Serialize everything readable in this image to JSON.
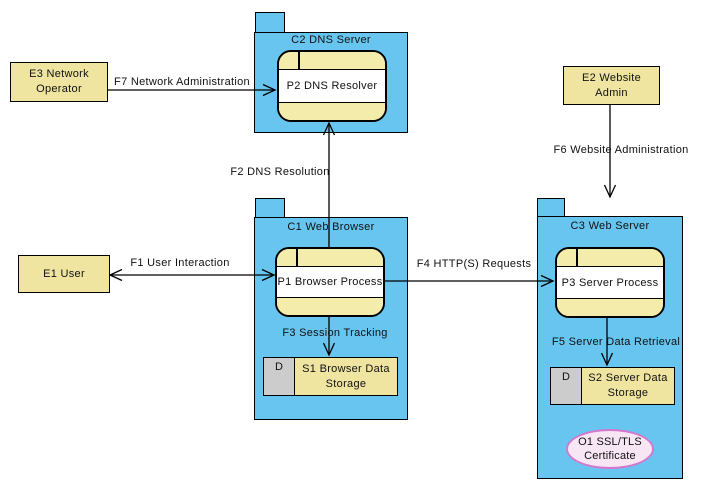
{
  "diagram_type": "TAM block / data-flow diagram",
  "colors": {
    "container_fill": "#67C5EF",
    "entity_fill": "#EFE5A1",
    "process_band_fill": "#F3ECAA",
    "process_body_fill": "#FFFFFF",
    "store_kind_fill": "#CCCCCC",
    "store_fill": "#EFE5A1",
    "artifact_fill": "#F8E6F4",
    "artifact_border": "#D478CE",
    "line_color": "#000000",
    "background": "#FFFFFF"
  },
  "containers": [
    {
      "id": "C2",
      "label": "C2 DNS Server"
    },
    {
      "id": "C1",
      "label": "C1 Web Browser"
    },
    {
      "id": "C3",
      "label": "C3 Web Server"
    }
  ],
  "processes": [
    {
      "id": "P2",
      "label": "P2 DNS Resolver",
      "container": "C2 DNS Server"
    },
    {
      "id": "P1",
      "label": "P1 Browser Process",
      "container": "C1 Web Browser"
    },
    {
      "id": "P3",
      "label": "P3 Server Process",
      "container": "C3 Web Server"
    }
  ],
  "external_entities": [
    {
      "id": "E3",
      "label": "E3 Network Operator"
    },
    {
      "id": "E1",
      "label": "E1 User"
    },
    {
      "id": "E2",
      "label": "E2 Website Admin"
    }
  ],
  "data_stores": [
    {
      "id": "S1",
      "kind": "D",
      "label": "S1 Browser Data Storage",
      "container": "C1 Web Browser"
    },
    {
      "id": "S2",
      "kind": "D",
      "label": "S2 Server Data Storage",
      "container": "C3 Web Server"
    }
  ],
  "artifacts": [
    {
      "id": "O1",
      "label": "O1 SSL/TLS Certificate",
      "container": "C3 Web Server"
    }
  ],
  "flows": [
    {
      "id": "F1",
      "label": "F1 User Interaction",
      "from": "E1 User",
      "to": "P1 Browser Process",
      "direction": "two-way"
    },
    {
      "id": "F2",
      "label": "F2 DNS Resolution",
      "from": "P1 Browser Process",
      "to": "P2 DNS Resolver",
      "direction": "one-way"
    },
    {
      "id": "F3",
      "label": "F3 Session Tracking",
      "from": "P1 Browser Process",
      "to": "S1 Browser Data Storage",
      "direction": "one-way"
    },
    {
      "id": "F4",
      "label": "F4 HTTP(S) Requests",
      "from": "P1 Browser Process",
      "to": "P3 Server Process",
      "direction": "one-way"
    },
    {
      "id": "F5",
      "label": "F5 Server Data Retrieval",
      "from": "P3 Server Process",
      "to": "S2 Server Data Storage",
      "direction": "one-way"
    },
    {
      "id": "F6",
      "label": "F6 Website Administration",
      "from": "E2 Website Admin",
      "to": "C3 Web Server",
      "direction": "one-way"
    },
    {
      "id": "F7",
      "label": "F7 Network Administration",
      "from": "E3 Network Operator",
      "to": "P2 DNS Resolver",
      "direction": "one-way"
    }
  ]
}
